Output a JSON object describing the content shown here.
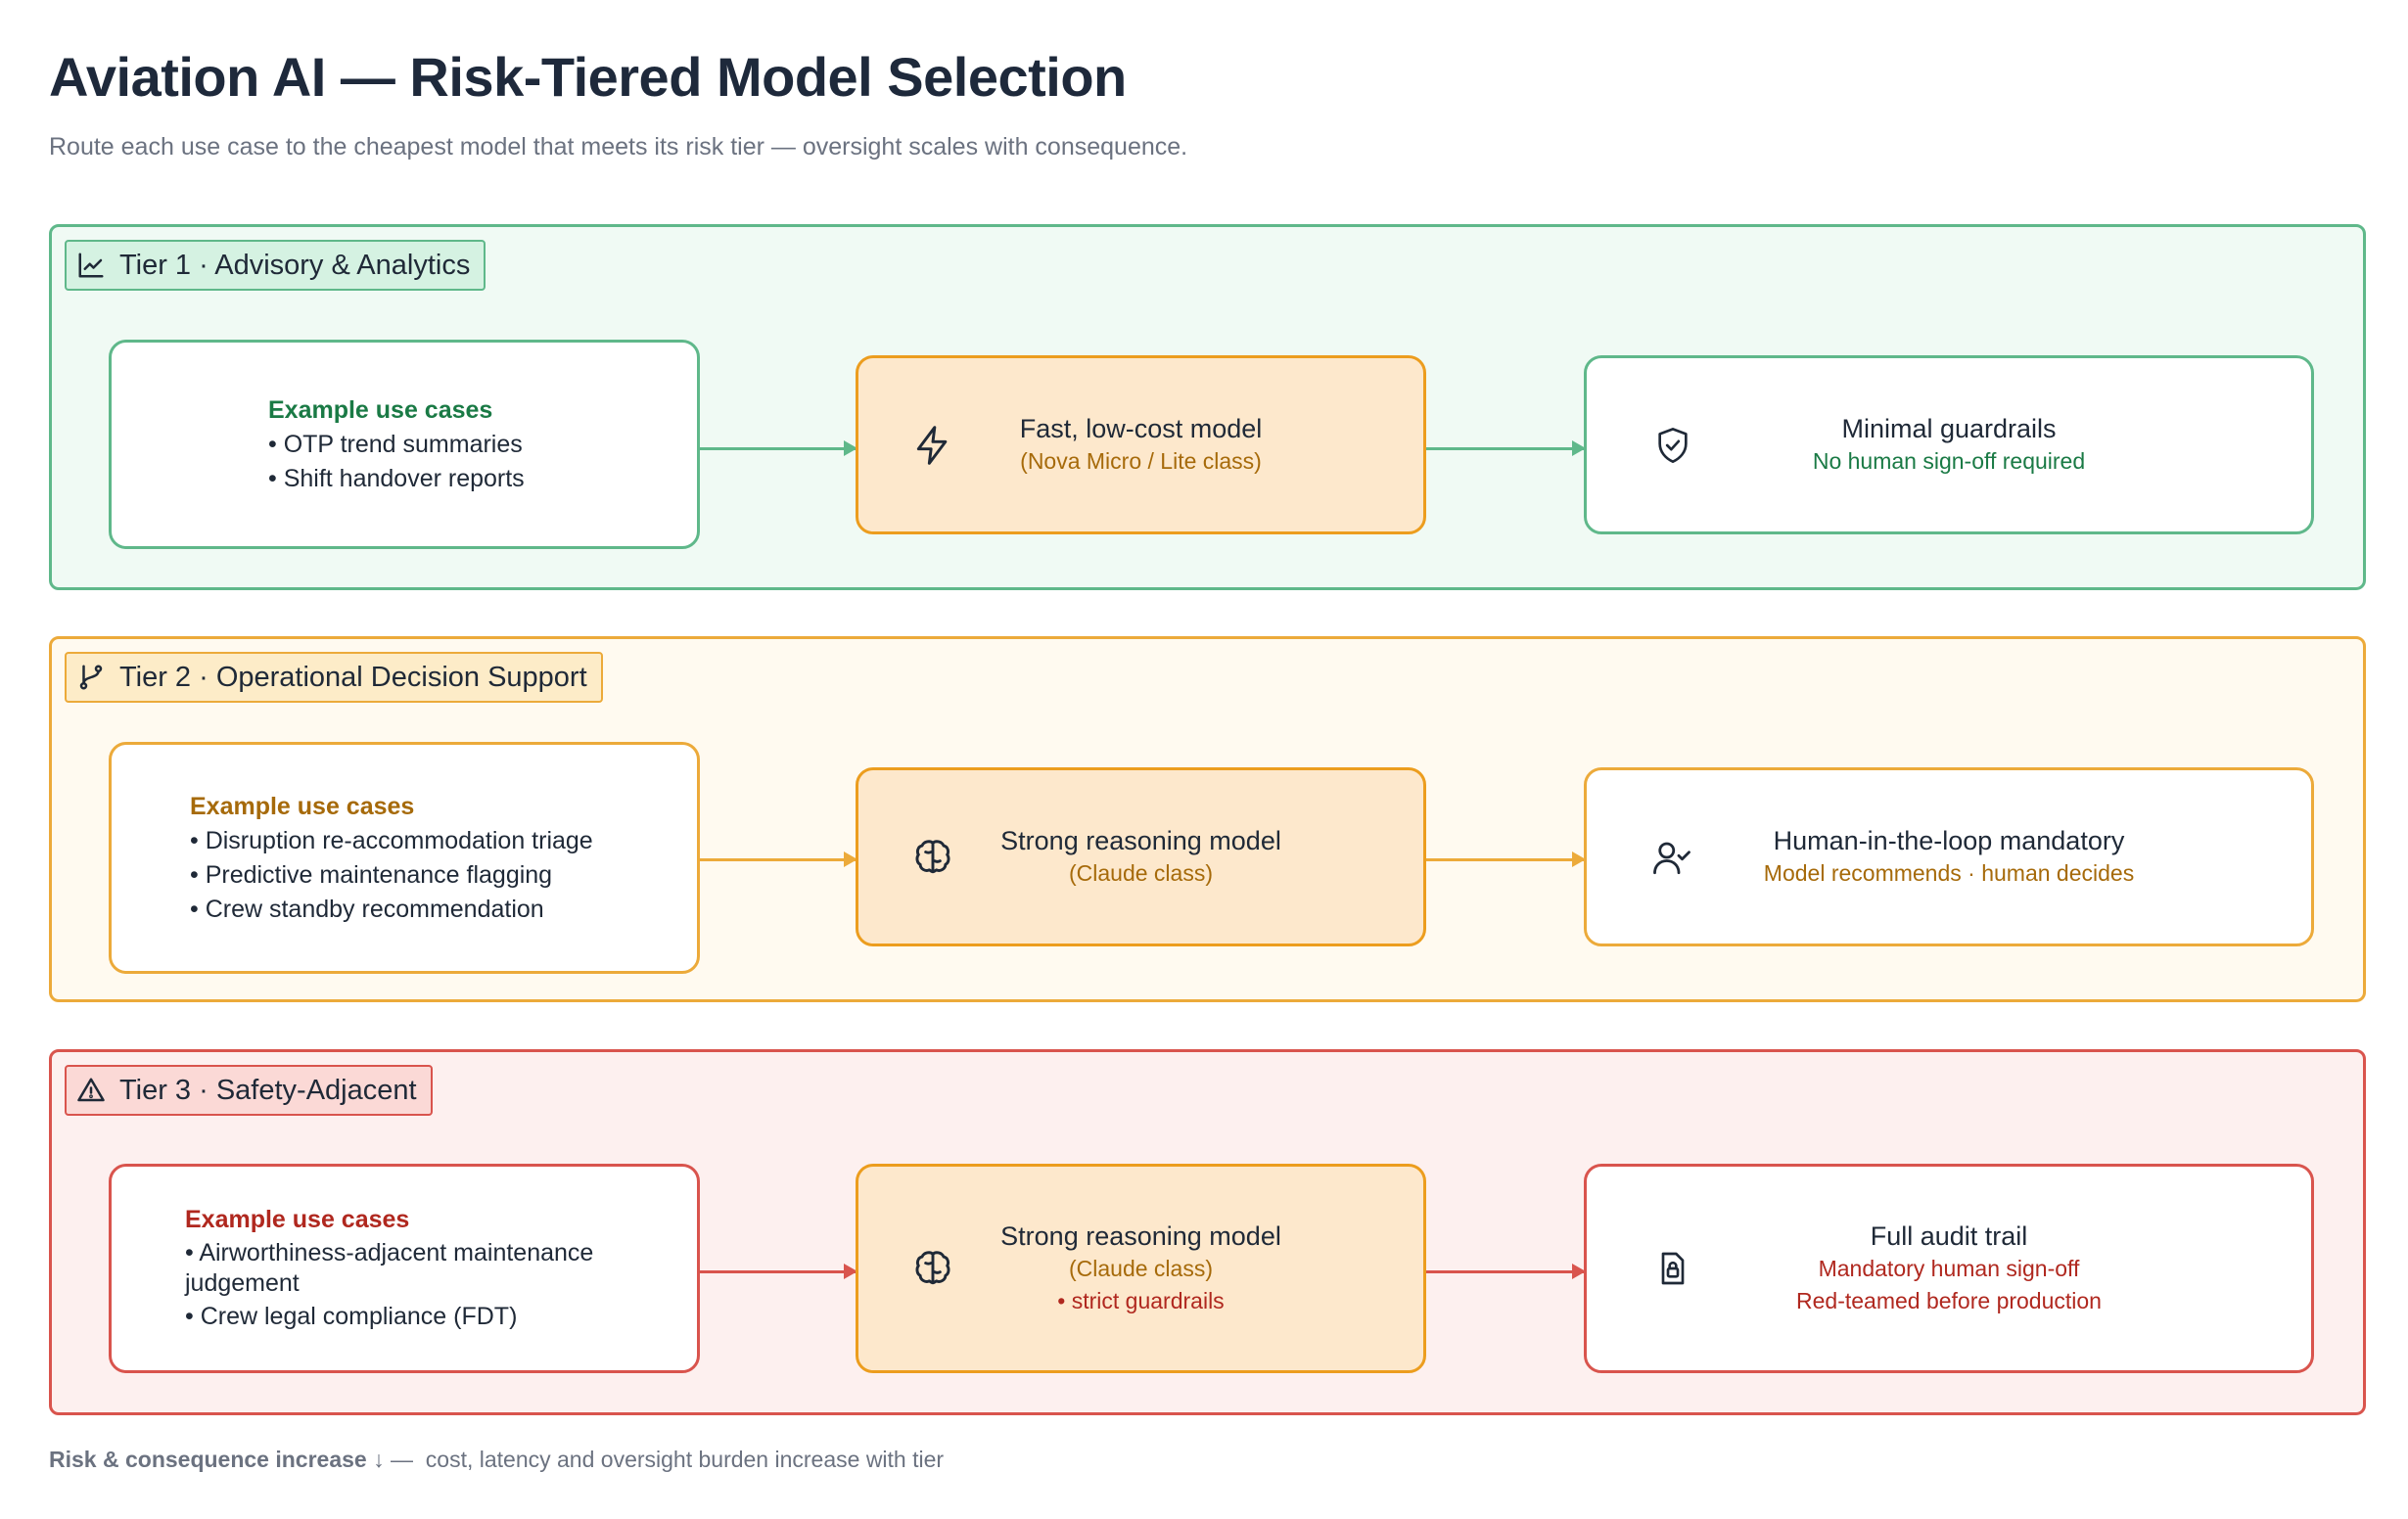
{
  "header": {
    "title": "Aviation AI — Risk-Tiered Model Selection",
    "subtitle": "Route each use case to the cheapest model that meets its risk tier — oversight scales with consequence."
  },
  "tiers": [
    {
      "badge": "Tier 1 · Advisory & Analytics",
      "badge_icon": "line-chart-icon",
      "colors": {
        "border": "#5fb88a",
        "fill": "#f0faf4",
        "badge_fill": "#d5f2e2",
        "accent_text": "#1a7a45"
      },
      "use_cases": {
        "heading": "Example use cases",
        "items": [
          "• OTP trend summaries",
          "• Shift handover reports"
        ]
      },
      "model": {
        "icon": "lightning-icon",
        "title": "Fast, low-cost model",
        "subs": [
          "(Nova Micro / Lite class)"
        ]
      },
      "oversight": {
        "icon": "shield-check-icon",
        "title": "Minimal guardrails",
        "subs": [
          "No human sign-off required"
        ]
      }
    },
    {
      "badge": "Tier 2 · Operational Decision Support",
      "badge_icon": "git-branch-icon",
      "colors": {
        "border": "#ecaa3a",
        "fill": "#fffaf0",
        "badge_fill": "#fdecc8",
        "accent_text": "#a66a0a"
      },
      "use_cases": {
        "heading": "Example use cases",
        "items": [
          "• Disruption re-accommodation triage",
          "• Predictive maintenance flagging",
          "• Crew standby recommendation"
        ]
      },
      "model": {
        "icon": "brain-icon",
        "title": "Strong reasoning model",
        "subs": [
          "(Claude class)"
        ]
      },
      "oversight": {
        "icon": "user-check-icon",
        "title": "Human-in-the-loop mandatory",
        "subs": [
          "Model recommends · human decides"
        ]
      }
    },
    {
      "badge": "Tier 3 · Safety-Adjacent",
      "badge_icon": "warning-triangle-icon",
      "colors": {
        "border": "#d9544d",
        "fill": "#fdf0ef",
        "badge_fill": "#fbd9d6",
        "accent_text": "#b0281f"
      },
      "use_cases": {
        "heading": "Example use cases",
        "items": [
          "• Airworthiness-adjacent maintenance judgement",
          "• Crew legal compliance (FDT)"
        ]
      },
      "model": {
        "icon": "brain-icon",
        "title": "Strong reasoning model",
        "subs": [
          "(Claude class)",
          "• strict guardrails"
        ]
      },
      "oversight": {
        "icon": "lock-file-icon",
        "title": "Full audit trail",
        "subs": [
          "Mandatory human sign-off",
          "Red-teamed before production"
        ]
      }
    }
  ],
  "model_sub_color": "#a66a0a",
  "footer": {
    "strong": "Risk & consequence increase ↓",
    "text": " —  cost, latency and oversight burden increase with tier"
  }
}
